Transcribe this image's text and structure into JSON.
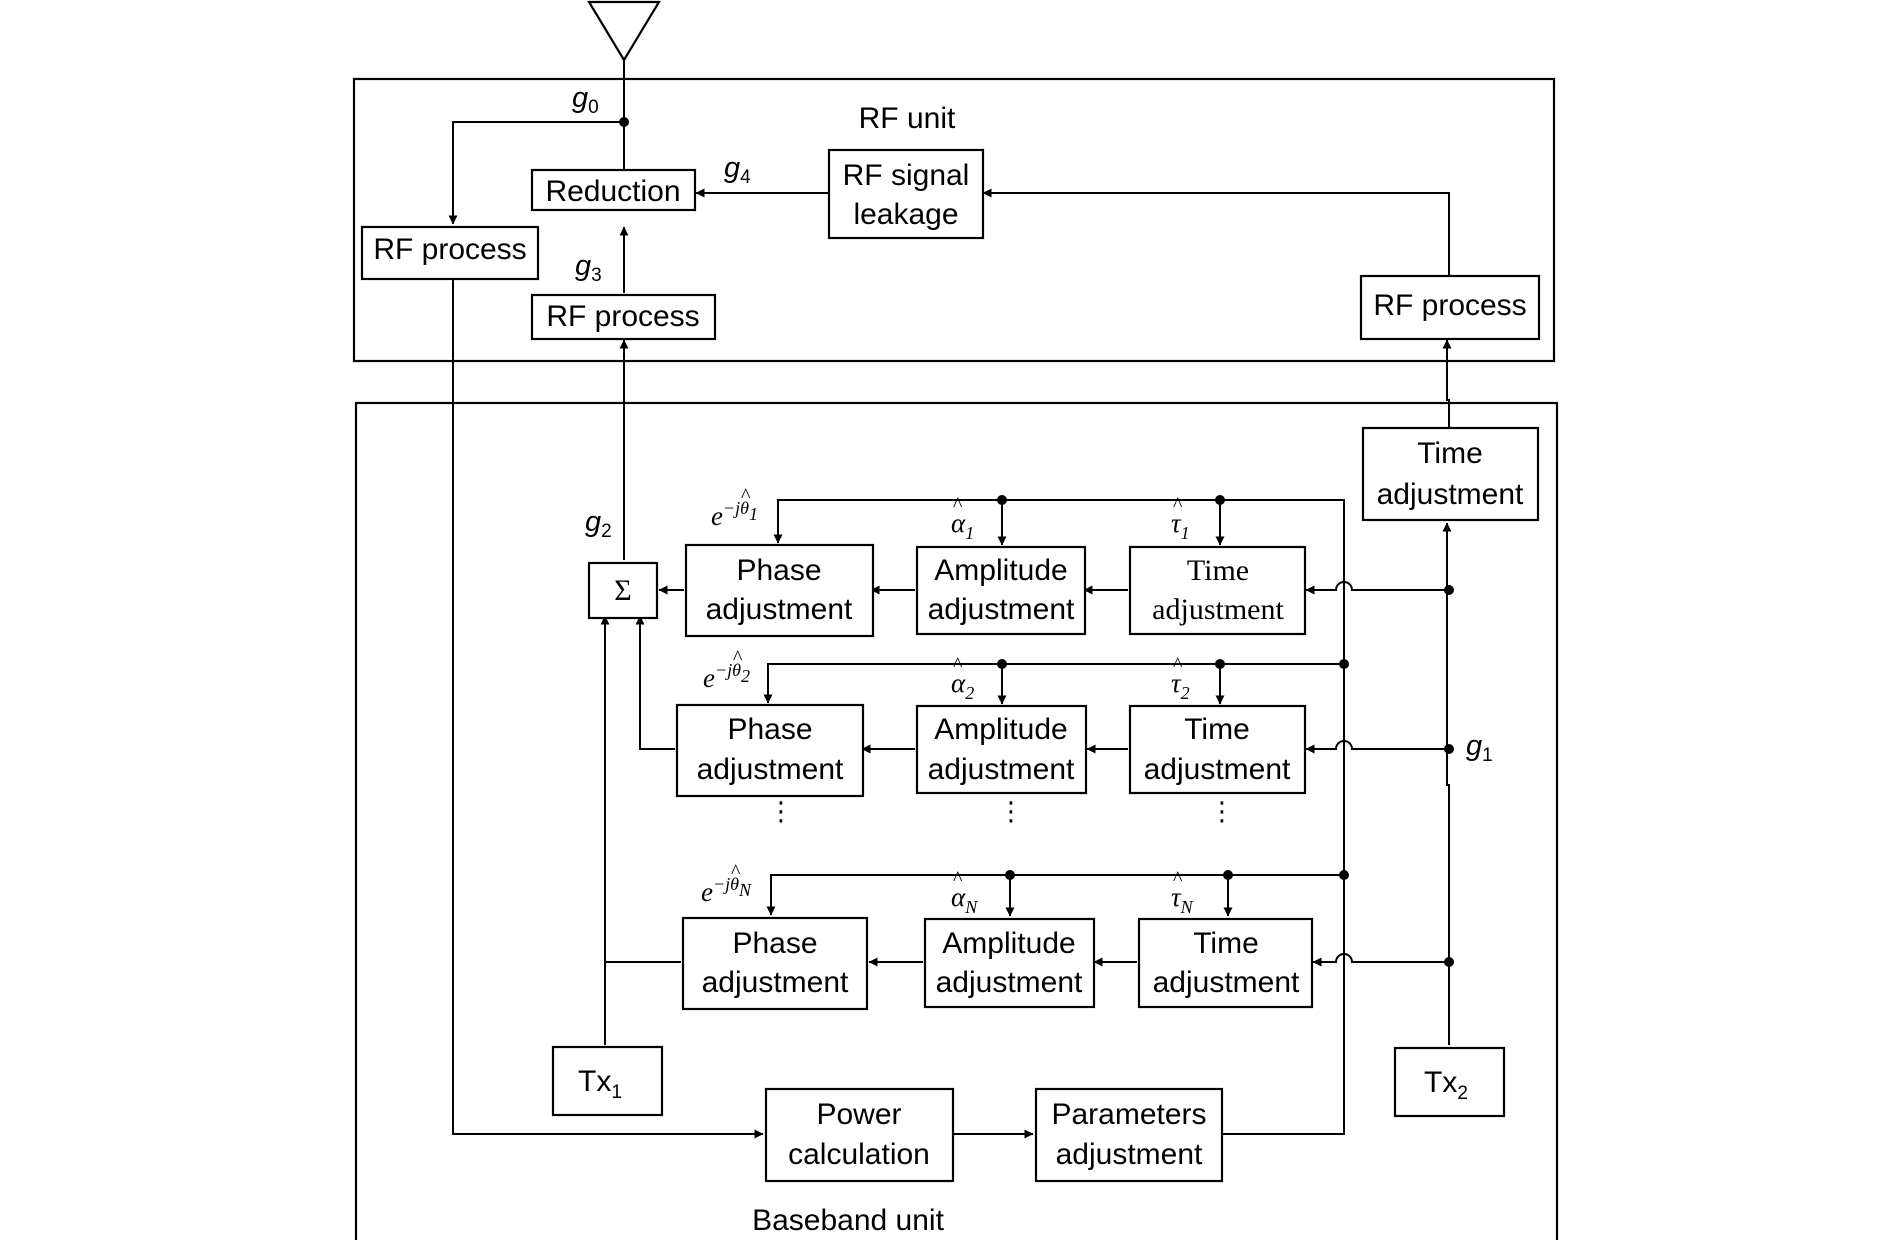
{
  "units": {
    "rf": "RF unit",
    "baseband": "Baseband unit"
  },
  "blocks": {
    "reduction": "Reduction",
    "rf_signal_leakage": [
      "RF signal",
      "leakage"
    ],
    "rf_process": "RF process",
    "time_adjustment_top": [
      "Time",
      "adjustment"
    ],
    "sum": "Σ",
    "tx1": {
      "main": "Tx",
      "sub": "1"
    },
    "tx2": {
      "main": "Tx",
      "sub": "2"
    },
    "power_calculation": [
      "Power",
      "calculation"
    ],
    "parameters_adjustment": [
      "Parameters",
      "adjustment"
    ]
  },
  "branches": [
    {
      "phase": [
        "Phase",
        "adjustment"
      ],
      "amplitude": [
        "Amplitude",
        "adjustment"
      ],
      "time": [
        "Time",
        "adjustment"
      ],
      "phase_sym": {
        "main": "e",
        "sup": "−jθ",
        "hat": "^",
        "sub": "1"
      },
      "alpha_sym": {
        "main": "α",
        "hat": "^",
        "sub": "1"
      },
      "tau_sym": {
        "main": "τ",
        "hat": "^",
        "sub": "1"
      }
    },
    {
      "phase": [
        "Phase",
        "adjustment"
      ],
      "amplitude": [
        "Amplitude",
        "adjustment"
      ],
      "time": [
        "Time",
        "adjustment"
      ],
      "phase_sym": {
        "main": "e",
        "sup": "−jθ",
        "hat": "^",
        "sub": "2"
      },
      "alpha_sym": {
        "main": "α",
        "hat": "^",
        "sub": "2"
      },
      "tau_sym": {
        "main": "τ",
        "hat": "^",
        "sub": "2"
      }
    },
    {
      "phase": [
        "Phase",
        "adjustment"
      ],
      "amplitude": [
        "Amplitude",
        "adjustment"
      ],
      "time": [
        "Time",
        "adjustment"
      ],
      "phase_sym": {
        "main": "e",
        "sup": "−jθ",
        "hat": "^",
        "sub": "N"
      },
      "alpha_sym": {
        "main": "α",
        "hat": "^",
        "sub": "N"
      },
      "tau_sym": {
        "main": "τ",
        "hat": "^",
        "sub": "N"
      }
    }
  ],
  "signals": {
    "g0": {
      "main": "g",
      "sub": "0"
    },
    "g1": {
      "main": "g",
      "sub": "1"
    },
    "g2": {
      "main": "g",
      "sub": "2"
    },
    "g3": {
      "main": "g",
      "sub": "3"
    },
    "g4": {
      "main": "g",
      "sub": "4"
    }
  },
  "ellipsis": "⋮"
}
